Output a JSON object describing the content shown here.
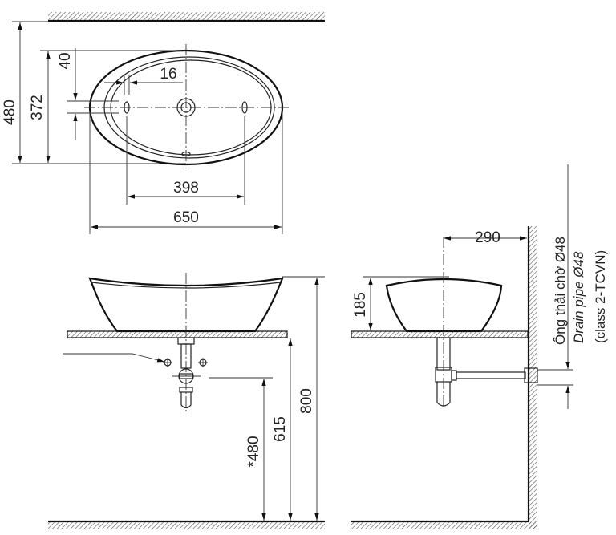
{
  "dimensions": {
    "top_view": {
      "overall_depth": "480",
      "bowl_depth": "372",
      "offset": "40",
      "hole_width": "16",
      "hole_spacing": "398",
      "overall_width": "650"
    },
    "front_view": {
      "total_height": "800",
      "counter_height": "615",
      "drain_height": "*480"
    },
    "side_view": {
      "wall_distance": "290",
      "bowl_height": "185"
    }
  },
  "drain_note": {
    "line1": "Ống thải chờ Ø48",
    "line2": "Drain pipe Ø48",
    "line3": "(class 2-TCVN)"
  }
}
